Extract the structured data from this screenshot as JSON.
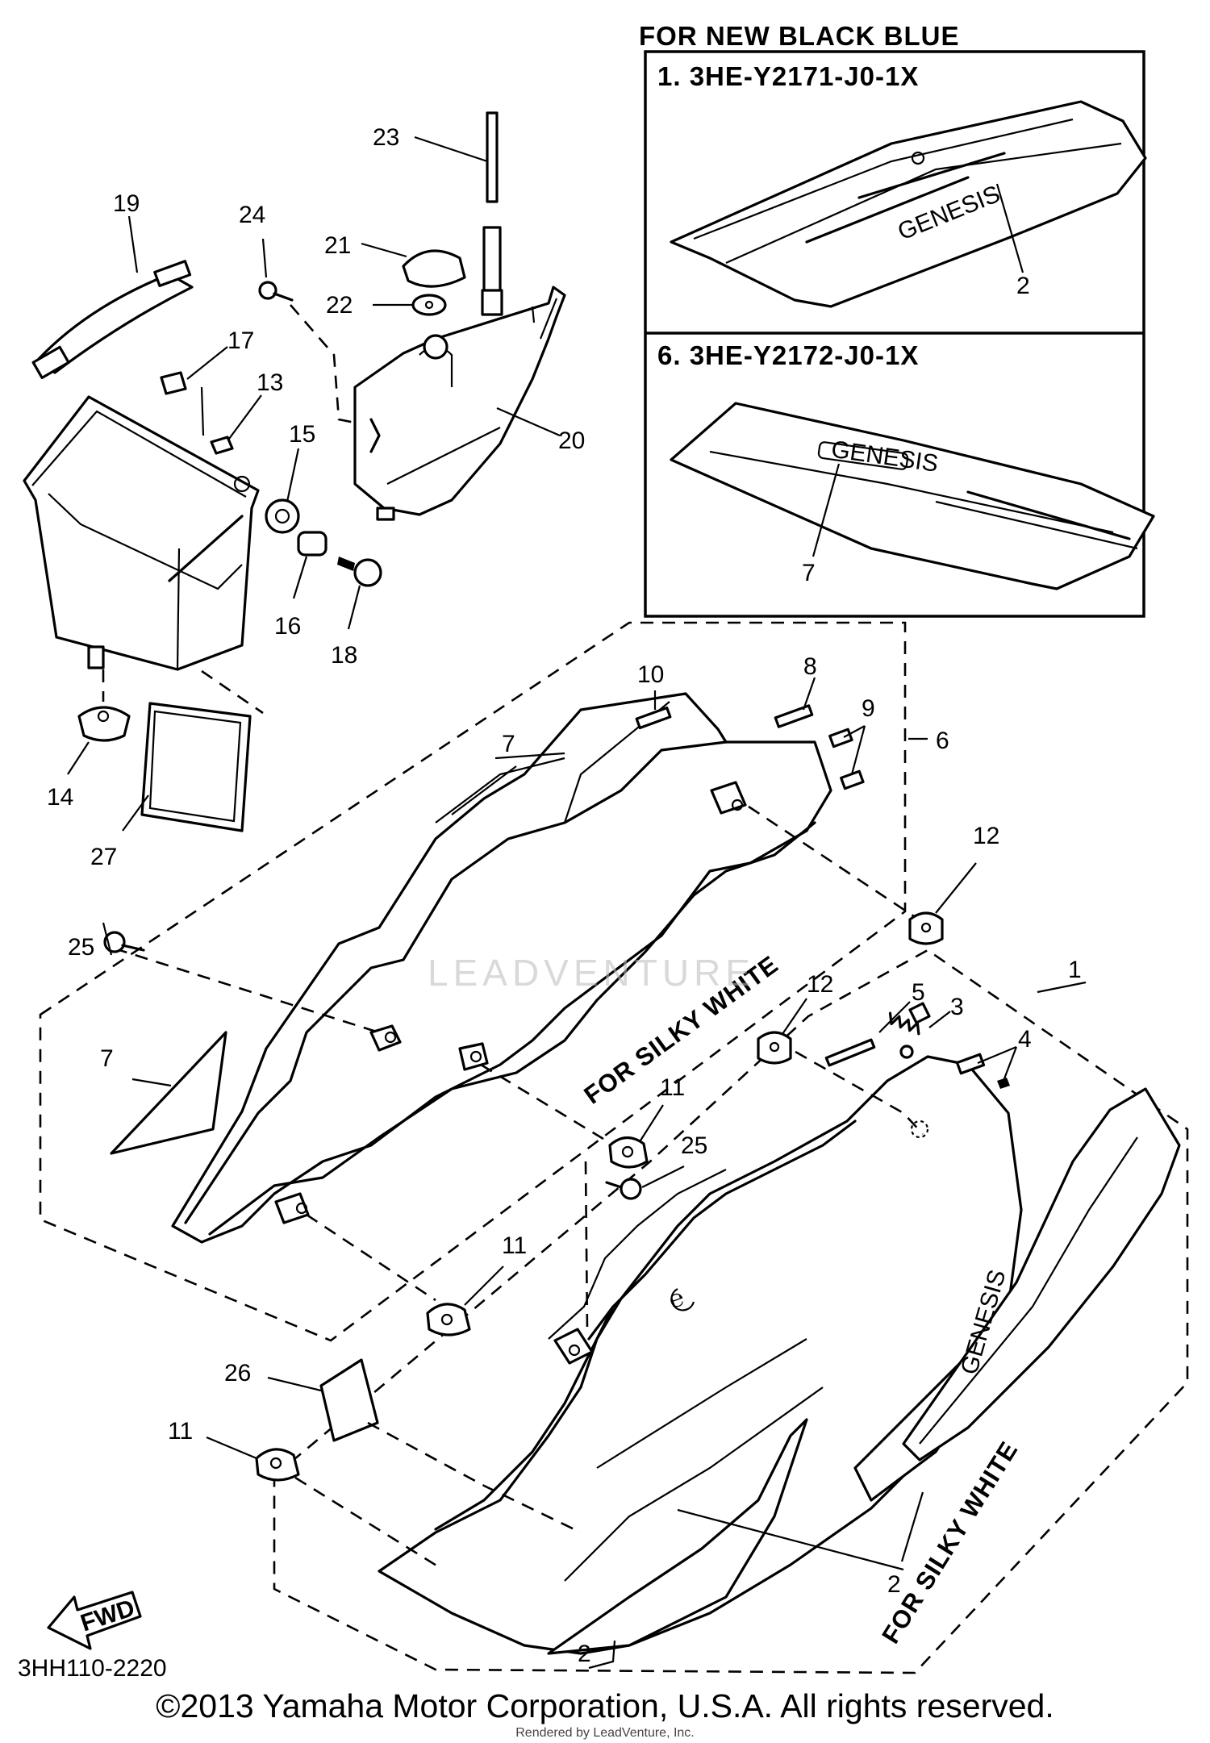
{
  "panel_header": "FOR NEW BLACK BLUE",
  "variants": [
    {
      "label": "1. 3HE-Y2171-J0-1X",
      "callout": "2"
    },
    {
      "label": "6. 3HE-Y2172-J0-1X",
      "callout": "7"
    }
  ],
  "callouts": {
    "n1": "1",
    "n2a": "2",
    "n2b": "2",
    "n3": "3",
    "n4": "4",
    "n5": "5",
    "n6": "6",
    "n7a": "7",
    "n7b": "7",
    "n8": "8",
    "n9": "9",
    "n10": "10",
    "n11a": "11",
    "n11b": "11",
    "n11c": "11",
    "n12a": "12",
    "n12b": "12",
    "n13": "13",
    "n14": "14",
    "n15": "15",
    "n16": "16",
    "n17": "17",
    "n18": "18",
    "n19": "19",
    "n20": "20",
    "n21": "21",
    "n22": "22",
    "n23": "23",
    "n24": "24",
    "n25a": "25",
    "n25b": "25",
    "n26": "26",
    "n27": "27"
  },
  "notes": {
    "silky_white_upper": "FOR SILKY WHITE",
    "silky_white_lower": "FOR SILKY WHITE"
  },
  "decals": {
    "genesis_lower": "GENESIS",
    "genesis_inset1": "GENESIS",
    "genesis_inset2": "GENESIS"
  },
  "fwd_label": "FWD",
  "diagram_code": "3HH110-2220",
  "watermark": "LEADVENTURE",
  "copyright": "©2013 Yamaha Motor Corporation, U.S.A. All rights reserved.",
  "rendered_by": "Rendered by LeadVenture, Inc."
}
